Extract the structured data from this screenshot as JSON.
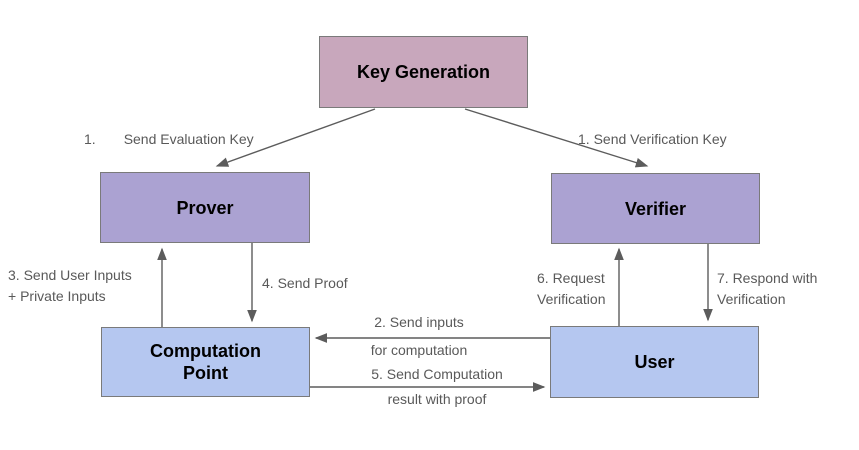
{
  "colors": {
    "keygen_fill": "#c8a7bc",
    "prover_verifier_fill": "#aba2d2",
    "compute_user_fill": "#b5c7f0",
    "box_border": "#7a7a7a",
    "arrow": "#5c5c5c",
    "label_text": "#595959",
    "node_text": "#000000",
    "background": "#ffffff"
  },
  "nodes": {
    "key_generation": {
      "label": "Key Generation"
    },
    "prover": {
      "label": "Prover"
    },
    "verifier": {
      "label": "Verifier"
    },
    "computation_point": {
      "label": "Computation Point"
    },
    "user": {
      "label": "User"
    }
  },
  "edge_labels": {
    "send_evaluation_key": {
      "number": "1.",
      "text": "Send Evaluation Key"
    },
    "send_verification_key": {
      "text": "1. Send Verification Key"
    },
    "send_inputs_for_computation": {
      "line1": "2. Send inputs",
      "line2": "for computation"
    },
    "send_user_inputs": {
      "line1": "3. Send User Inputs",
      "line2": "+ Private Inputs"
    },
    "send_proof": {
      "text": "4. Send Proof"
    },
    "send_computation_result": {
      "line1": "5. Send Computation",
      "line2": "result with proof"
    },
    "request_verification": {
      "line1": "6. Request",
      "line2": "Verification"
    },
    "respond_with_verification": {
      "line1": "7. Respond with",
      "line2": "Verification"
    }
  }
}
